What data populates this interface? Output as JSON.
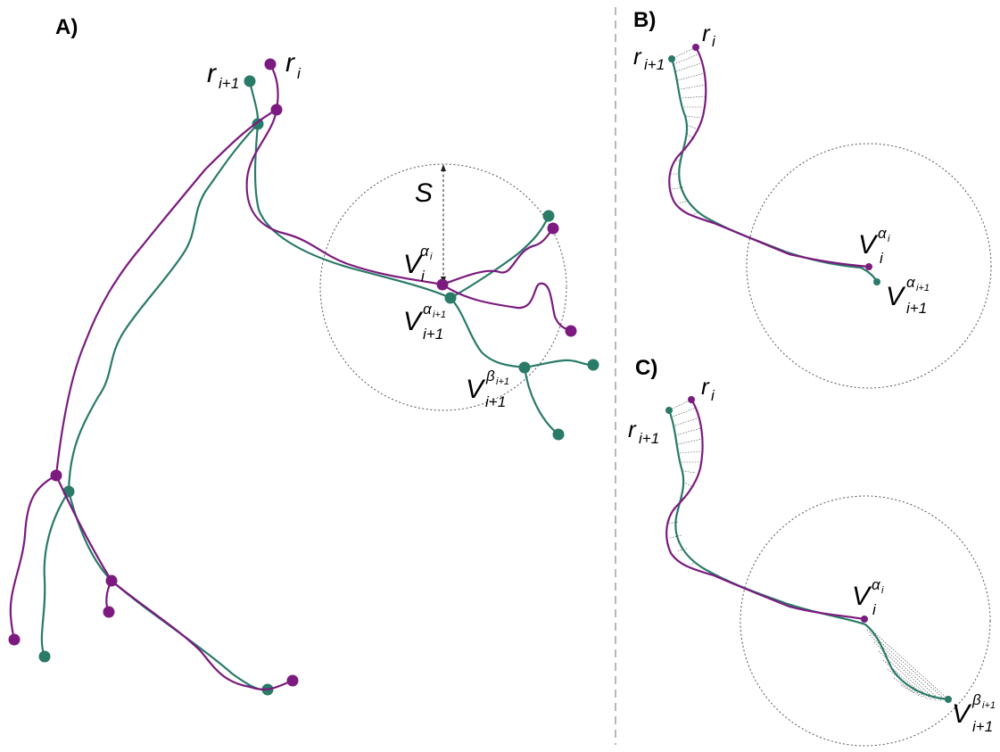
{
  "panels": {
    "a": {
      "label": "A)"
    },
    "b": {
      "label": "B)"
    },
    "c": {
      "label": "C)"
    }
  },
  "symbols": {
    "r": "r",
    "v": "V",
    "s": "S",
    "i": "i",
    "i_plus_1": "i+1",
    "alpha_i": "α",
    "alpha_sub_i": "i",
    "alpha_sub_i_plus_1": "i+1",
    "beta": "β",
    "beta_sub": "i+1"
  },
  "colors": {
    "series_i": "#7b1a7f",
    "series_i_plus_1": "#2a7a68",
    "search_circle": "#555555"
  }
}
